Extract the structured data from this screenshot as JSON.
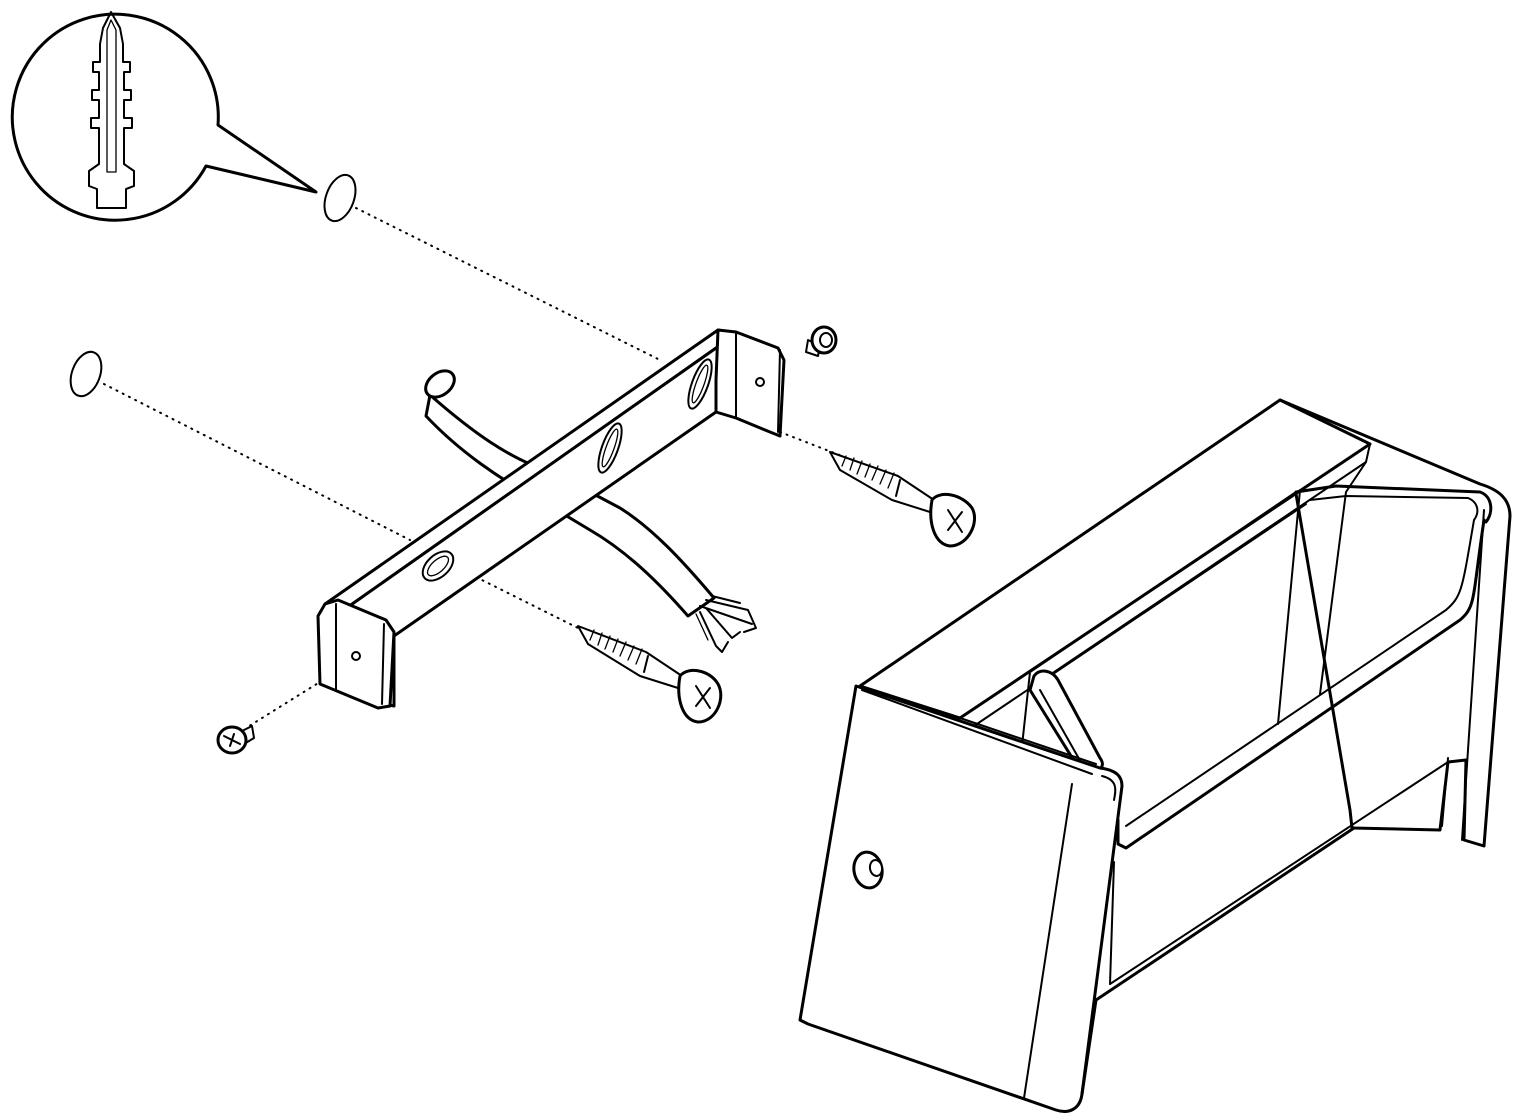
{
  "diagram": {
    "type": "exploded-assembly-drawing",
    "colors": {
      "line": "#000000",
      "background": "#ffffff"
    },
    "parts": [
      {
        "name": "wall-plug-detail-callout",
        "icon": "wall-plug-icon"
      },
      {
        "name": "wall-plug-hole-upper"
      },
      {
        "name": "wall-plug-hole-lower"
      },
      {
        "name": "mounting-bracket"
      },
      {
        "name": "power-cable-with-wires"
      },
      {
        "name": "wood-screw-upper",
        "icon": "screw-icon"
      },
      {
        "name": "wood-screw-lower",
        "icon": "screw-icon"
      },
      {
        "name": "small-screw-right",
        "icon": "screw-icon"
      },
      {
        "name": "small-screw-left",
        "icon": "screw-icon"
      },
      {
        "name": "lamp-housing"
      }
    ]
  }
}
